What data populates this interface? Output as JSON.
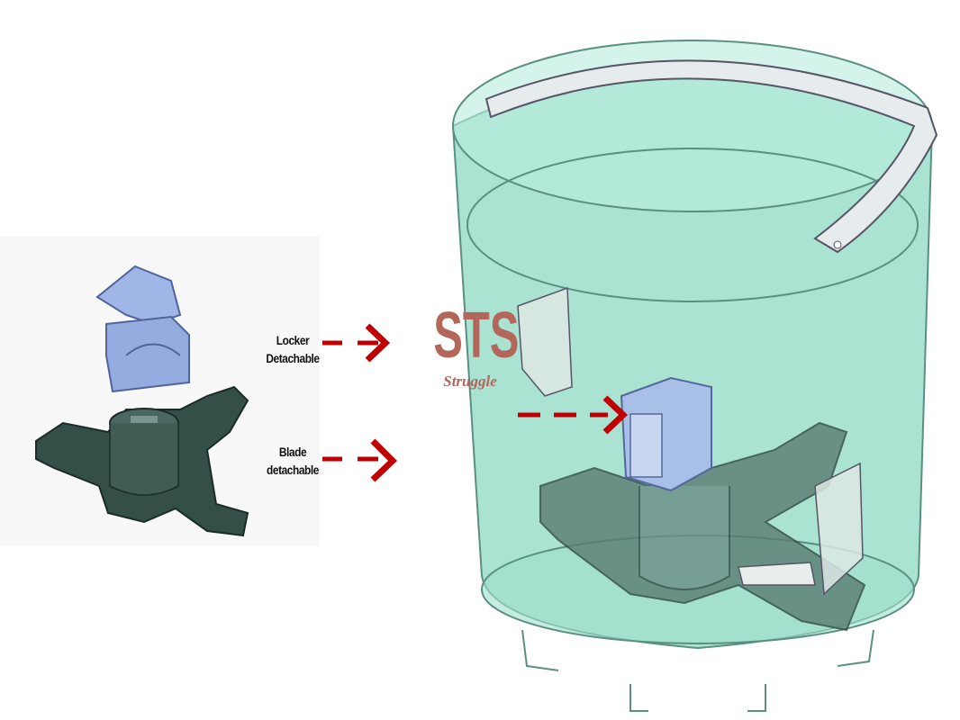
{
  "labels": {
    "locker_line1": "Locker",
    "locker_line2": "Detachable",
    "blade_line1": "Blade",
    "blade_line2": "detachable"
  },
  "logo": {
    "mark": "STS",
    "tagline": "Struggle"
  },
  "colors": {
    "arrow": "#c00000",
    "bucket": "#8fd9c4",
    "part_blue": "#8fa8d8",
    "blade_dark": "#2f4a44",
    "logo": "#b5665b"
  }
}
